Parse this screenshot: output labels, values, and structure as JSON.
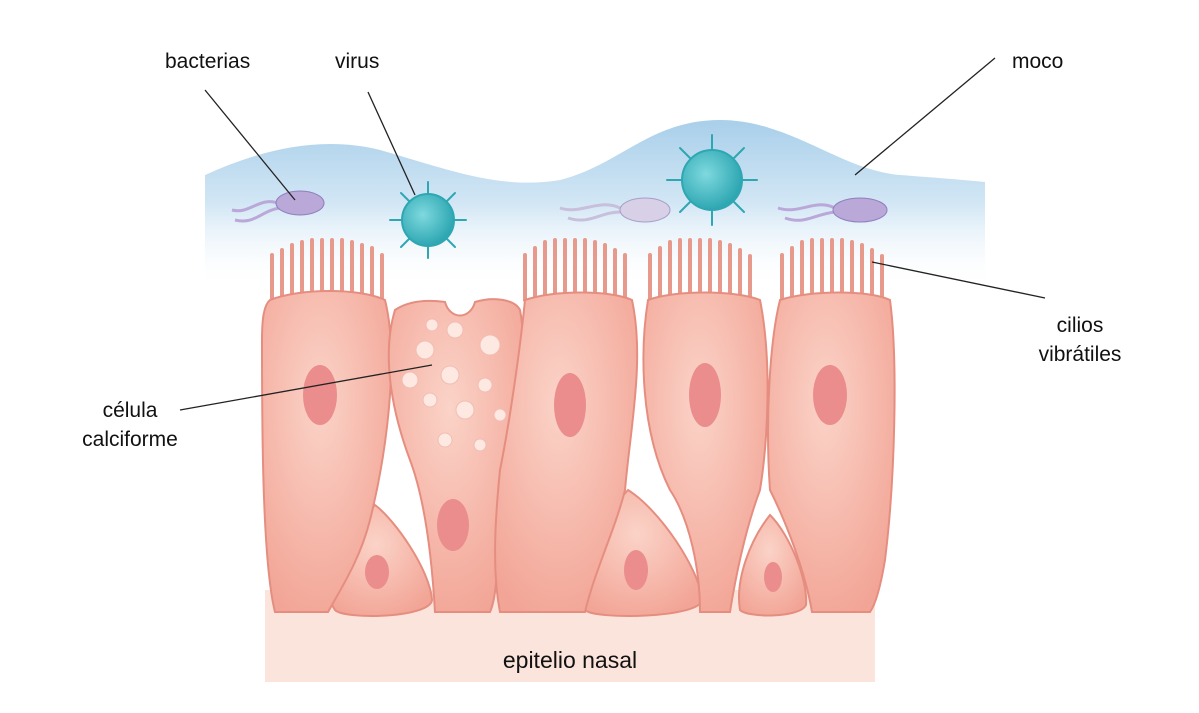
{
  "labels": {
    "bacteria": "bacterias",
    "virus": "virus",
    "mucus": "moco",
    "cilia_line1": "cilios",
    "cilia_line2": "vibrátiles",
    "goblet_line1": "célula",
    "goblet_line2": "calciforme",
    "epithelium": "epitelio nasal"
  },
  "colors": {
    "mucus": "#bcd9ee",
    "cell": "#f6b3a6",
    "cell_outline": "#e58e80",
    "nucleus": "#ea8d8c",
    "virus": "#3fb7c0",
    "bacteria": "#b9a8d8",
    "base": "#fbe4dc"
  }
}
